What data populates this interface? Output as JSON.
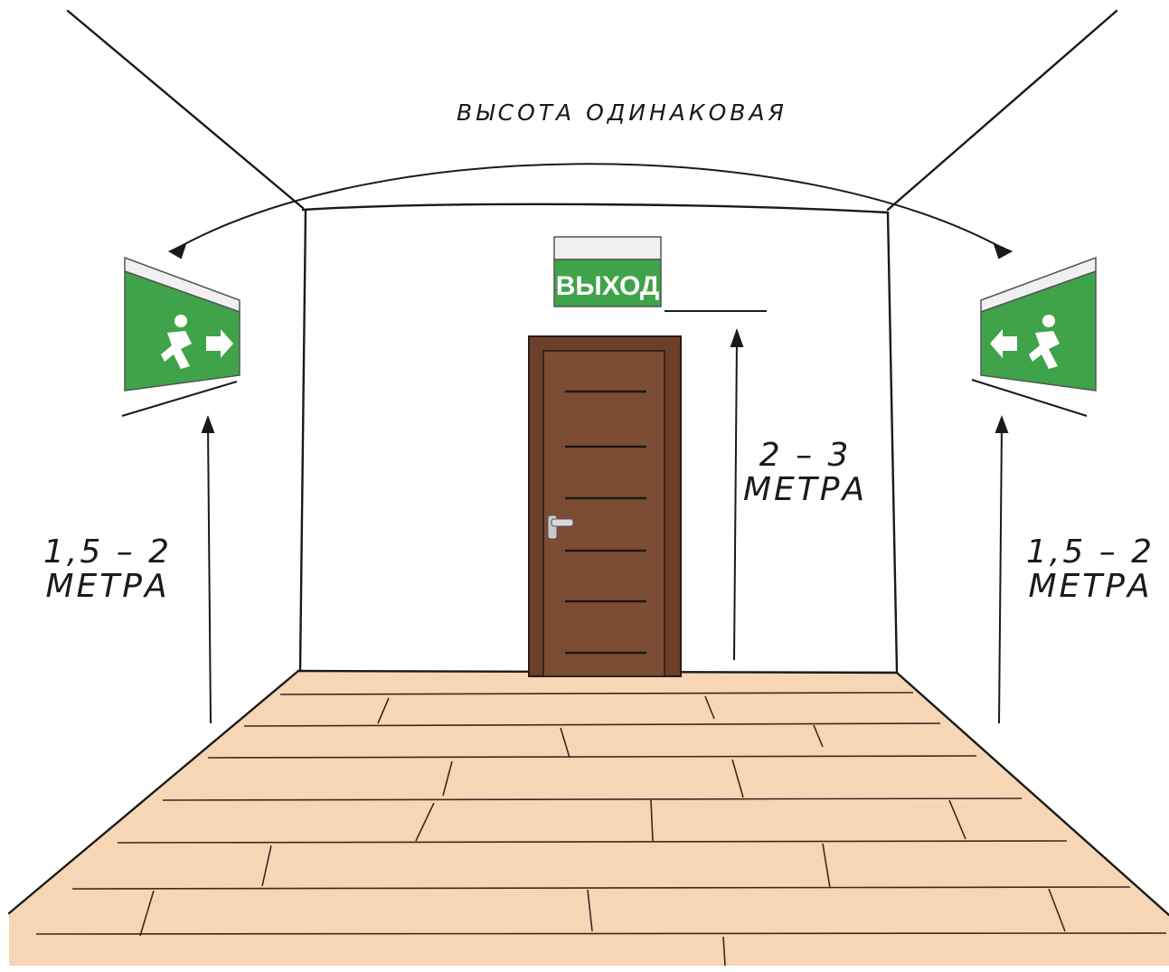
{
  "labels": {
    "same_height": "ВЫСОТА ОДИНАКОВАЯ",
    "center_range": "2 – 3",
    "center_unit": "МЕТРА",
    "left_range": "1,5 – 2",
    "left_unit": "МЕТРА",
    "right_range": "1,5 – 2",
    "right_unit": "МЕТРА"
  },
  "exit_sign": {
    "text": "ВЫХОД"
  },
  "colors": {
    "sign_green": "#3fa34a",
    "door_brown": "#7a4a33",
    "door_frame": "#6b3f2a",
    "floor": "#f6d6b4",
    "line": "#1a1a1a"
  }
}
